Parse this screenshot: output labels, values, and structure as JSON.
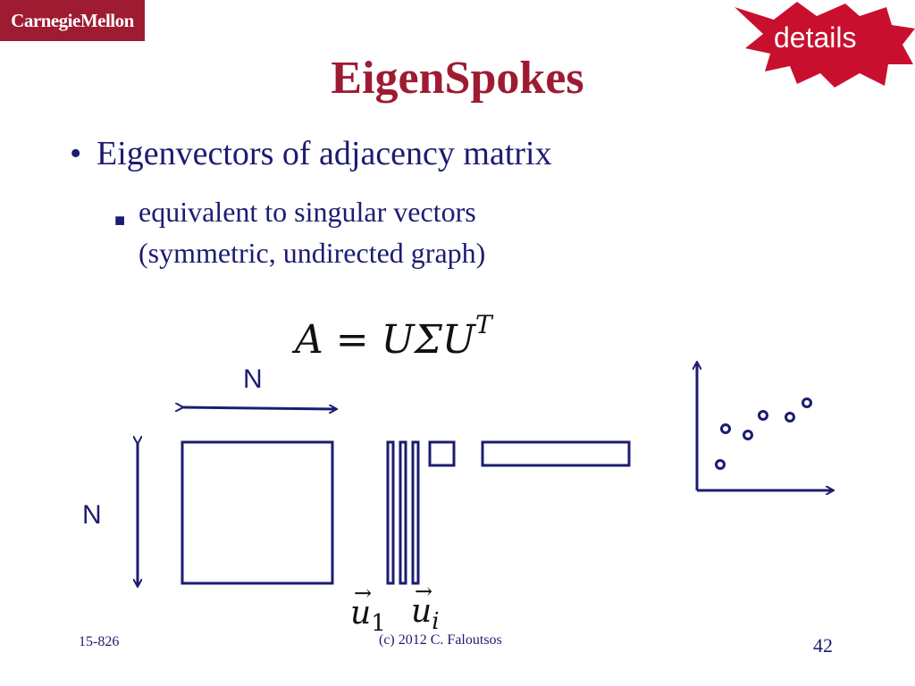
{
  "logo": {
    "text": "CarnegieMellon"
  },
  "badge": {
    "label": "details",
    "color": "#c8102e"
  },
  "title": "EigenSpokes",
  "bullets": {
    "level1": "Eigenvectors of adjacency matrix",
    "level2_line1": "equivalent to singular vectors",
    "level2_line2": "(symmetric, undirected graph)"
  },
  "formula": {
    "lhs": "A",
    "eq": "=",
    "rhs": "UΣU",
    "sup": "T"
  },
  "diagram": {
    "n_top": "N",
    "n_left": "N",
    "u1": {
      "arrow": "→",
      "base": "u",
      "sub": "1"
    },
    "ui": {
      "arrow": "→",
      "base": "u",
      "sub": "i"
    }
  },
  "footer": {
    "left": "15-826",
    "center": "(c) 2012  C. Faloutsos",
    "page": "42"
  },
  "colors": {
    "maroon": "#9e1b32",
    "navy": "#1c1c72"
  }
}
